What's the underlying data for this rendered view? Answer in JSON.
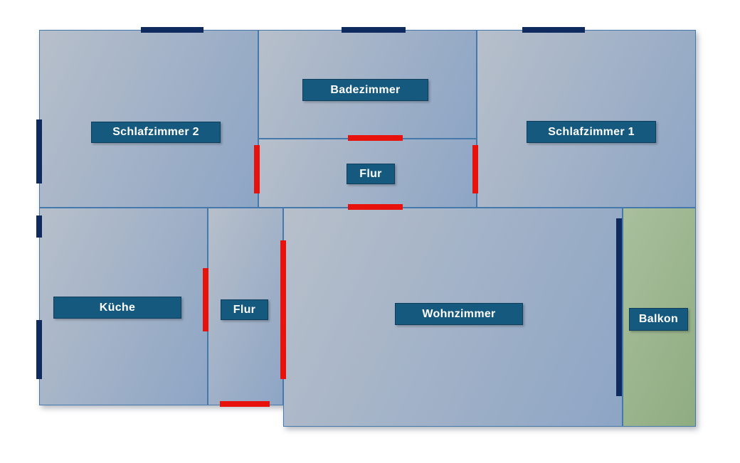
{
  "rooms": [
    {
      "id": "schlafzimmer-2",
      "label": "Schlafzimmer 2"
    },
    {
      "id": "badezimmer",
      "label": "Badezimmer"
    },
    {
      "id": "schlafzimmer-1",
      "label": "Schlafzimmer 1"
    },
    {
      "id": "flur-oben",
      "label": "Flur"
    },
    {
      "id": "kueche",
      "label": "Küche"
    },
    {
      "id": "flur-unten",
      "label": "Flur"
    },
    {
      "id": "wohnzimmer",
      "label": "Wohnzimmer"
    },
    {
      "id": "balkon",
      "label": "Balkon"
    }
  ],
  "colors": {
    "background": "#ffffff",
    "room_fill_light": "#b7bfca",
    "room_fill_dark": "#8da5c5",
    "balcony_fill_light": "#a9bf9d",
    "balcony_fill_dark": "#8fac81",
    "room_border": "#4579ab",
    "label_bg": "#15597e",
    "label_border": "#0e3e5c",
    "label_text": "#ffffff",
    "door_marker": "#e8120c",
    "window_marker": "#0e2a5e"
  }
}
